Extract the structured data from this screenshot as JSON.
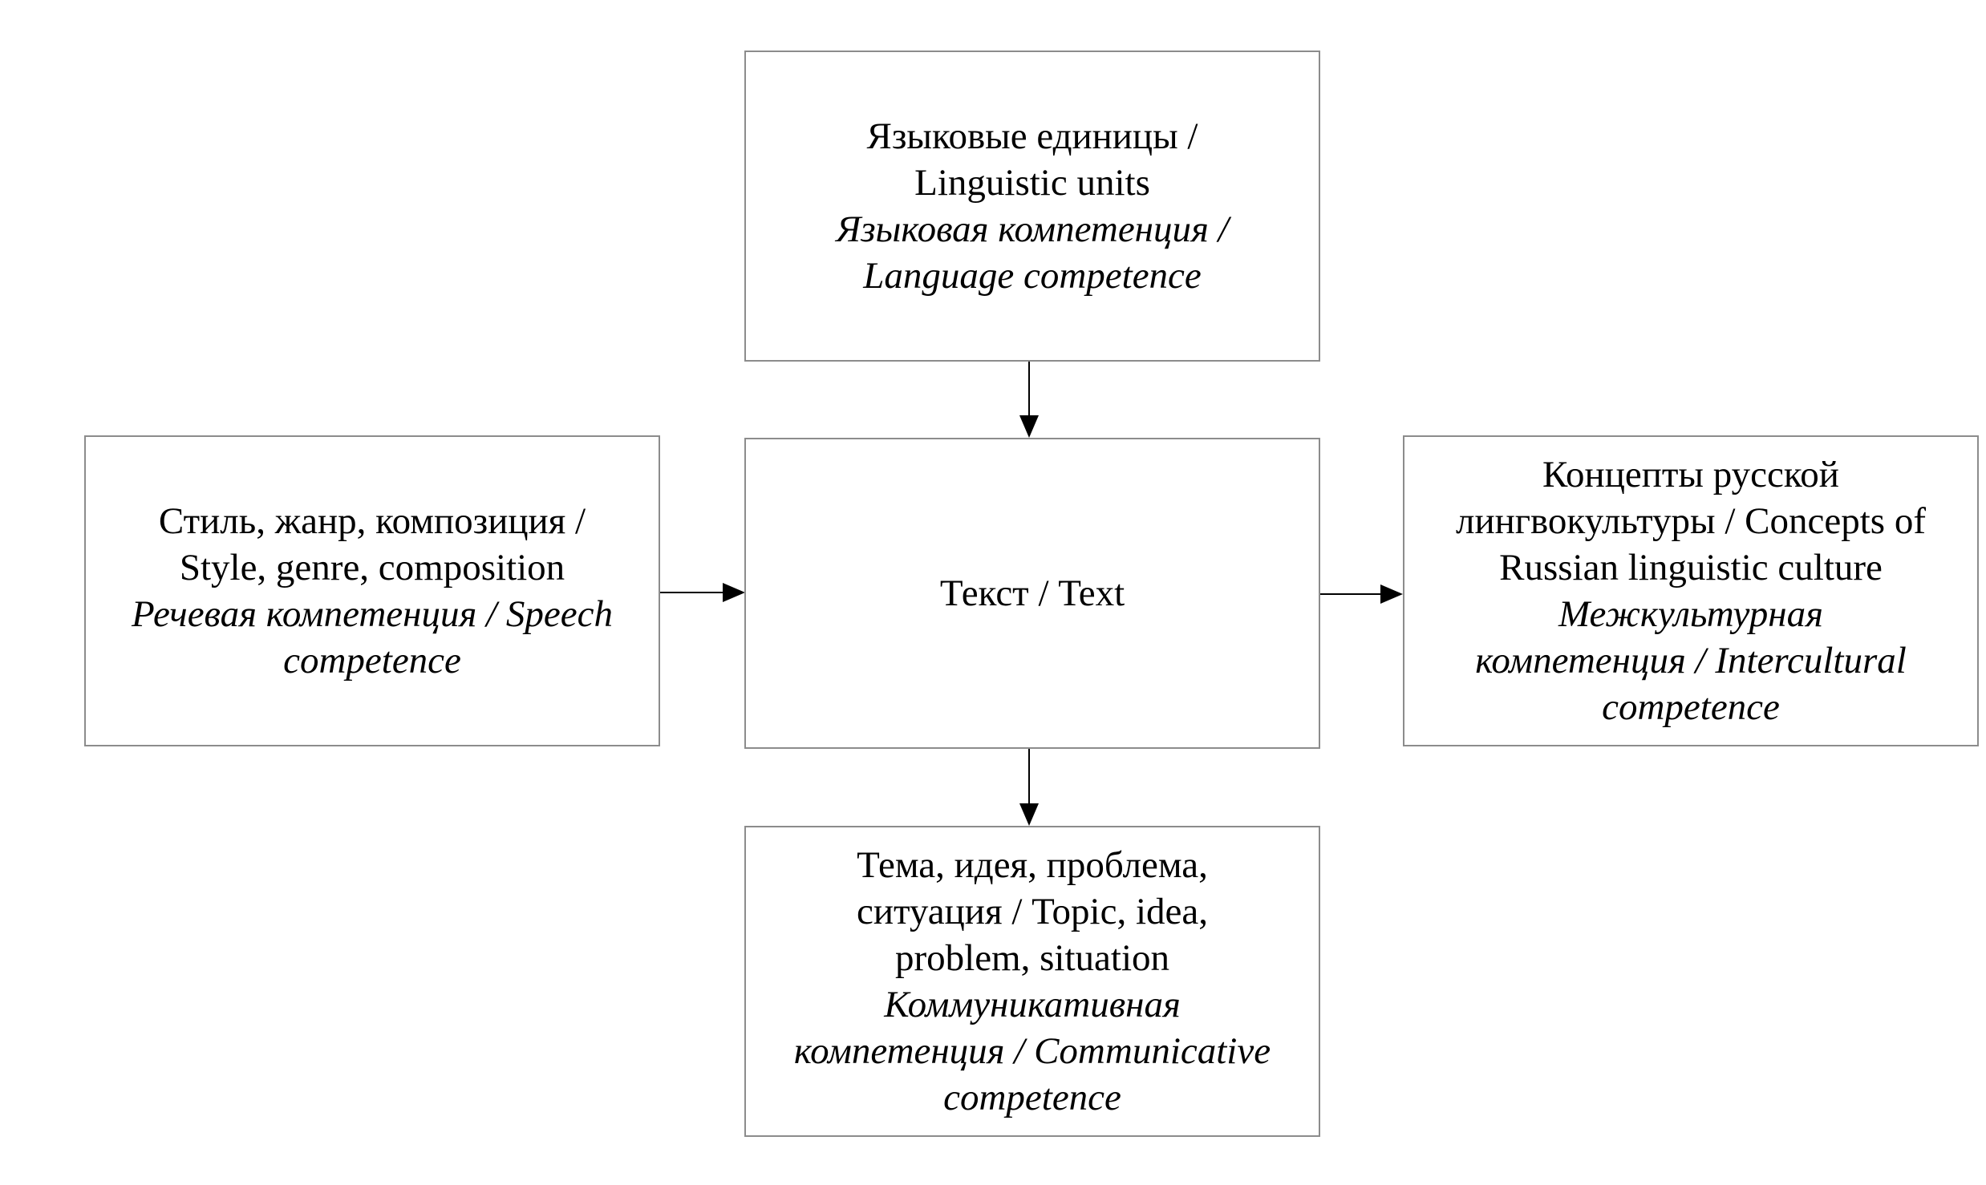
{
  "diagram": {
    "top": {
      "lines": [
        "Языковые единицы /",
        "Linguistic units"
      ],
      "italic_lines": [
        "Языковая компетенция /",
        "Language competence"
      ]
    },
    "left": {
      "lines": [
        "Стиль, жанр, композиция /",
        "Style, genre, composition"
      ],
      "italic_lines": [
        "Речевая компетенция / Speech",
        "competence"
      ]
    },
    "center": {
      "lines": [
        "Текст / Text"
      ],
      "italic_lines": []
    },
    "right": {
      "lines": [
        "Концепты русской",
        "лингвокультуры /  Concepts of",
        "Russian linguistic culture"
      ],
      "italic_lines": [
        "Межкультурная",
        "компетенция / Intercultural",
        "competence"
      ]
    },
    "bottom": {
      "lines": [
        "Тема, идея, проблема,",
        "ситуация /  Topic, idea,",
        "problem, situation"
      ],
      "italic_lines": [
        "Коммуникативная",
        "компетенция / Communicative",
        "competence"
      ]
    },
    "edges": [
      {
        "from": "top",
        "to": "center"
      },
      {
        "from": "left",
        "to": "center"
      },
      {
        "from": "center",
        "to": "right"
      },
      {
        "from": "center",
        "to": "bottom"
      }
    ],
    "colors": {
      "box_border": "#8c8c8c",
      "arrow": "#000000",
      "text": "#000000"
    }
  }
}
